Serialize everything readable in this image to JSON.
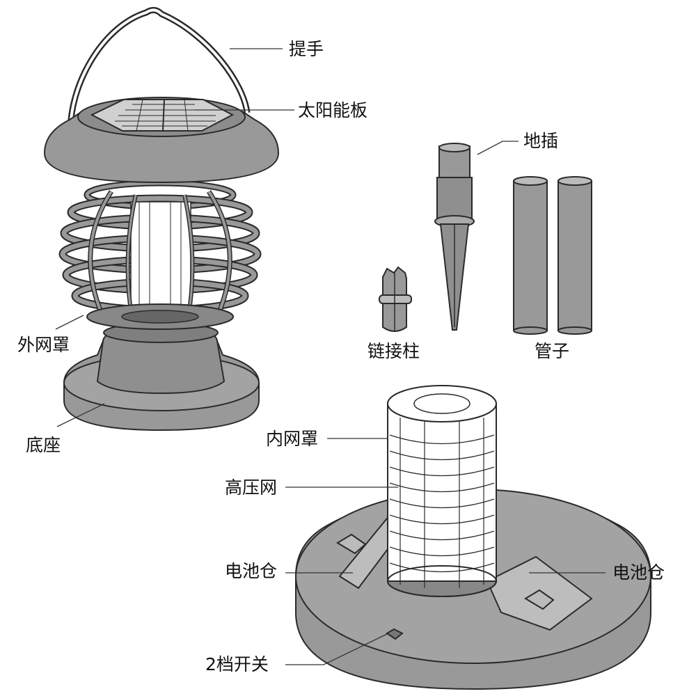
{
  "labels": {
    "handle": "提手",
    "solar_panel": "太阳能板",
    "ground_stake": "地插",
    "outer_mesh": "外网罩",
    "connector_post": "链接柱",
    "tubes": "管子",
    "base": "底座",
    "inner_mesh": "内网罩",
    "hv_grid": "高压网",
    "battery_left": "电池仓",
    "battery_right": "电池仓",
    "switch": "2档开关"
  },
  "colors": {
    "part_fill": "#999999",
    "part_dark": "#7f7f7f",
    "part_light": "#c8c8c8",
    "outline": "#2a2a2a",
    "leader_line": "#333333"
  }
}
